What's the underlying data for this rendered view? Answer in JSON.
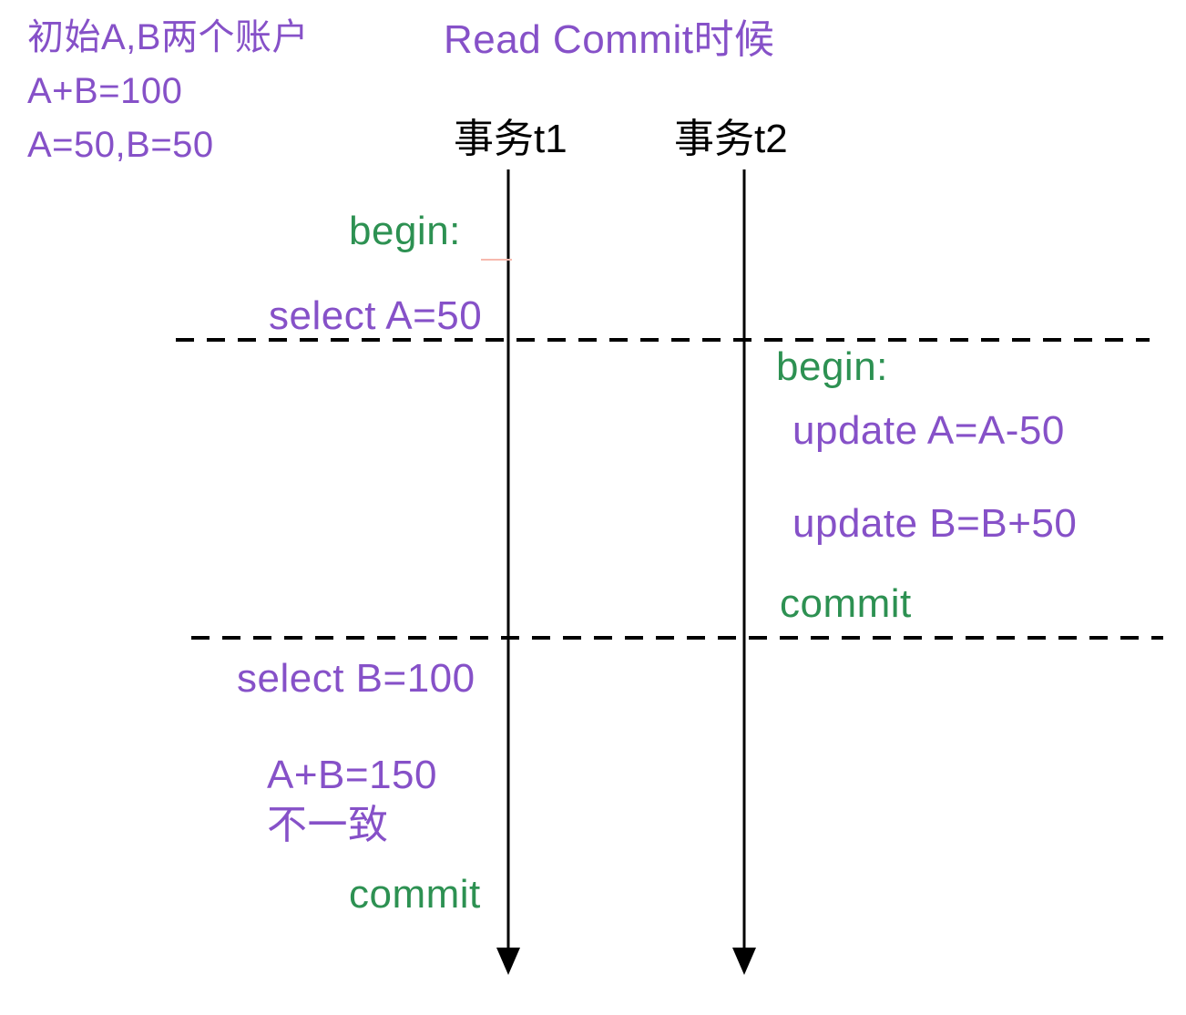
{
  "note": {
    "lines": [
      "初始A,B两个账户",
      "A+B=100",
      "A=50,B=50"
    ]
  },
  "title": "Read Commit时候",
  "lanes": [
    {
      "label": "事务t1"
    },
    {
      "label": "事务t2"
    }
  ],
  "ops": {
    "t1_begin": "begin:",
    "t1_select_a": "select A=50",
    "t2_begin": "begin:",
    "t2_update_a": "update A=A-50",
    "t2_update_b": "update B=B+50",
    "t2_commit": "commit",
    "t1_select_b": "select B=100",
    "t1_sum": "A+B=150",
    "t1_inconsistent": "不一致",
    "t1_commit": "commit"
  },
  "colors": {
    "purple": "#8651c8",
    "green": "#2d9152",
    "ink": "#000000",
    "artifact_pink": "#f7b9ae"
  }
}
